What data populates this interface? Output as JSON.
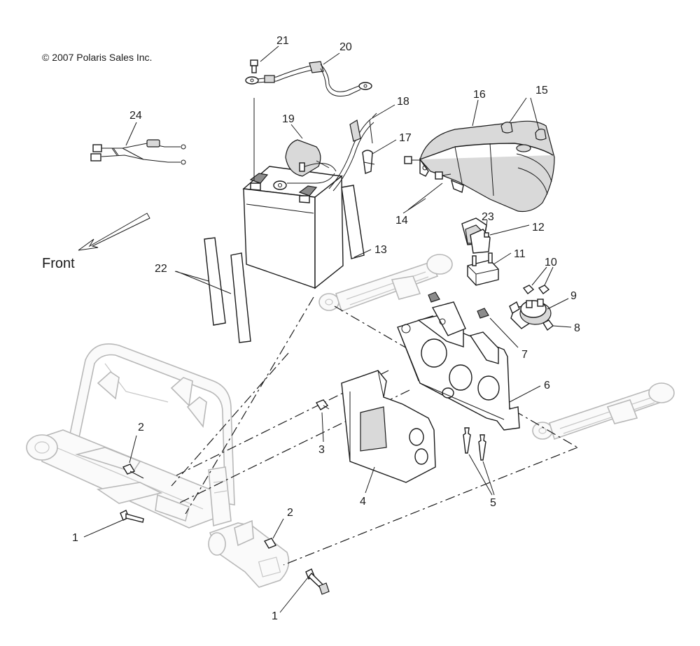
{
  "copyright": "© 2007 Polaris Sales Inc.",
  "direction_label": "Front",
  "callouts": {
    "c1a": "1",
    "c1b": "1",
    "c2a": "2",
    "c2b": "2",
    "c3": "3",
    "c4": "4",
    "c5": "5",
    "c6": "6",
    "c7": "7",
    "c8": "8",
    "c9": "9",
    "c10": "10",
    "c11": "11",
    "c12": "12",
    "c13": "13",
    "c14": "14",
    "c15": "15",
    "c16": "16",
    "c17": "17",
    "c18": "18",
    "c19": "19",
    "c20": "20",
    "c21": "21",
    "c22": "22",
    "c23": "23",
    "c24": "24"
  }
}
